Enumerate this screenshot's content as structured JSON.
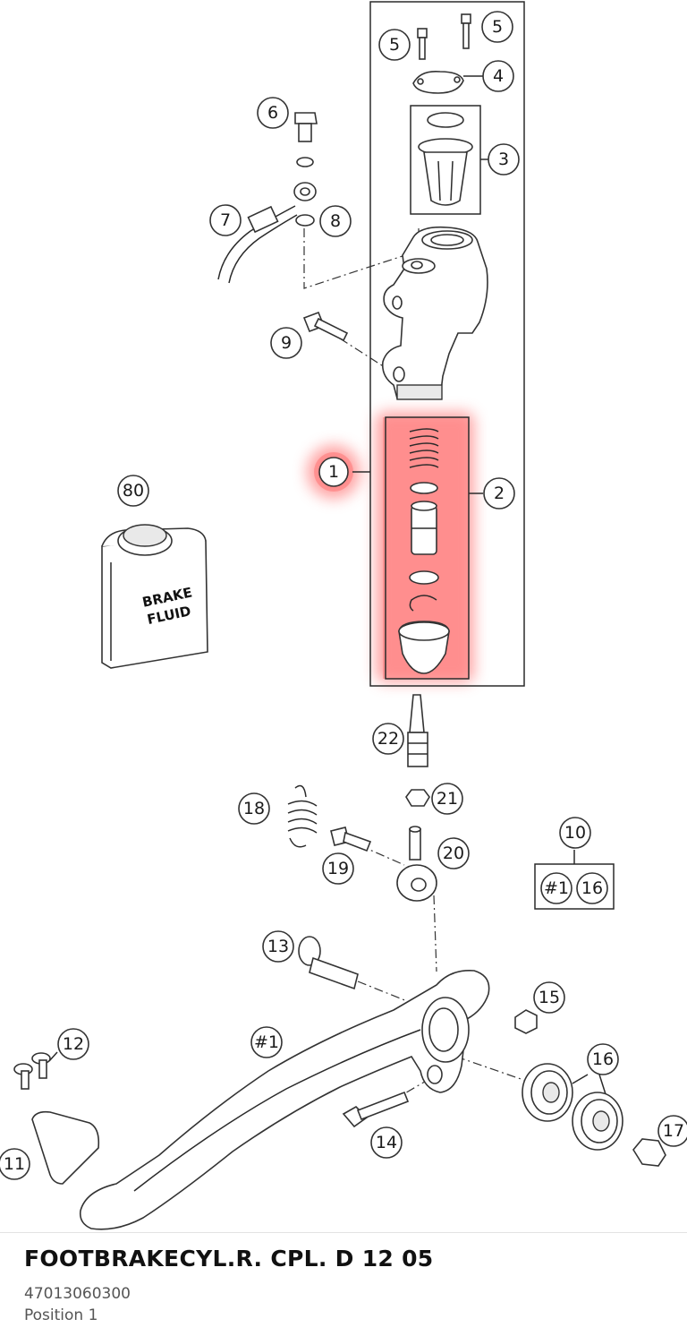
{
  "diagram": {
    "callouts": {
      "c1": "1",
      "c2": "2",
      "c3": "3",
      "c4": "4",
      "c5a": "5",
      "c5b": "5",
      "c6": "6",
      "c7": "7",
      "c8": "8",
      "c9": "9",
      "c10": "10",
      "c11": "11",
      "c12": "12",
      "c13": "13",
      "c14": "14",
      "c15": "15",
      "c16a": "16",
      "c16b": "16",
      "c17": "17",
      "c18": "18",
      "c19": "19",
      "c20": "20",
      "c21": "21",
      "c22": "22",
      "c80": "80",
      "r1": "#1",
      "r1b": "#1"
    },
    "highlighted_callout": "1",
    "highlight_color": "#ff4d4d",
    "brake_fluid_label": [
      "BRAKE",
      "FLUID"
    ]
  },
  "part": {
    "name": "FOOTBRAKECYL.R. CPL. D 12 05",
    "number": "47013060300",
    "position": "Position 1"
  }
}
